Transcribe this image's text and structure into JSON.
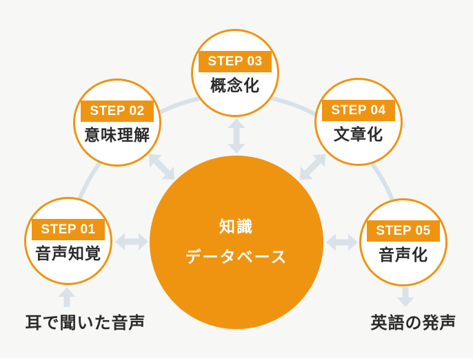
{
  "diagram": {
    "background_color": "#F7F7F5",
    "accent_color": "#EF9411",
    "connector_color": "#DAE2E9",
    "text_color": "#2B2B2B",
    "center": {
      "line1": "知識",
      "line2": "データベース"
    },
    "steps": [
      {
        "step_label": "STEP 01",
        "title": "音声知覚"
      },
      {
        "step_label": "STEP 02",
        "title": "意味理解"
      },
      {
        "step_label": "STEP 03",
        "title": "概念化"
      },
      {
        "step_label": "STEP 04",
        "title": "文章化"
      },
      {
        "step_label": "STEP 05",
        "title": "音声化"
      }
    ],
    "input_label": "耳で聞いた音声",
    "output_label": "英語の発声",
    "icons": {
      "arc": "arc-connector",
      "step_to_center": "double-arrow-icon",
      "input": "arrow-up-icon",
      "output": "arrow-down-icon"
    }
  }
}
